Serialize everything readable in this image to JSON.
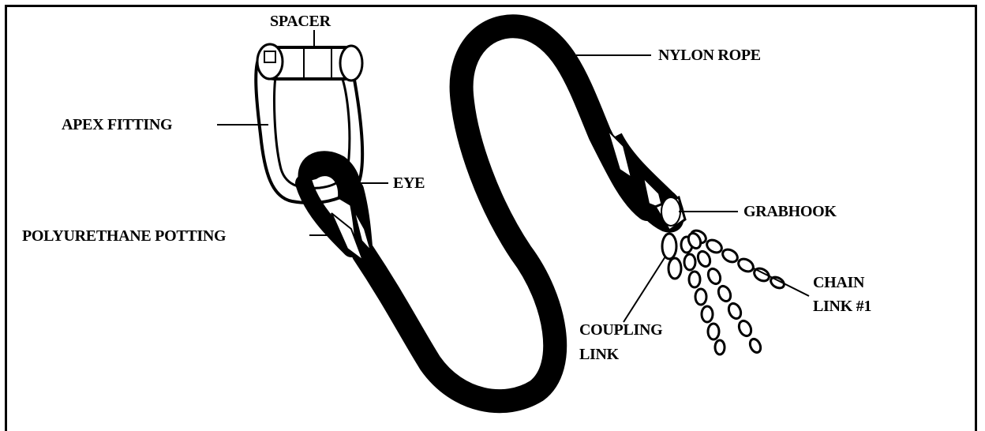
{
  "labels": {
    "spacer": "SPACER",
    "nylon_rope": "NYLON ROPE",
    "apex_fitting": "APEX FITTING",
    "eye": "EYE",
    "grabhook": "GRABHOOK",
    "polyurethane_potting": "POLYURETHANE POTTING",
    "chain_link_line1": "CHAIN",
    "chain_link_line2": "LINK #1",
    "coupling_link_line1": "COUPLING",
    "coupling_link_line2": "LINK"
  }
}
